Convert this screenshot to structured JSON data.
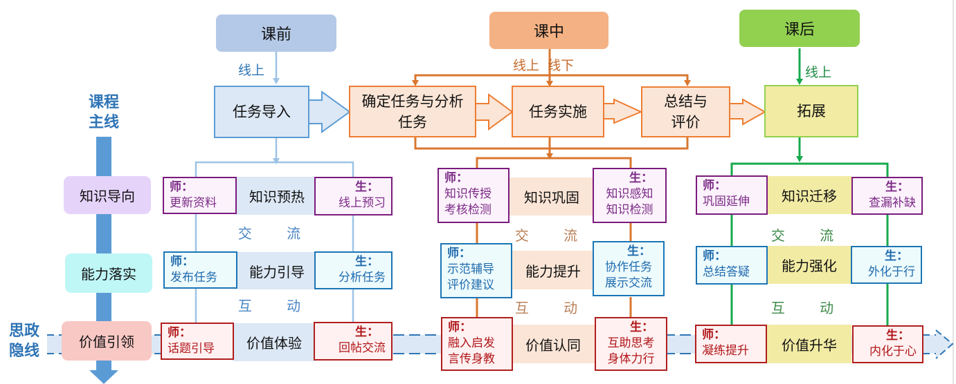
{
  "axis": {
    "main_line": [
      "课程",
      "主线"
    ],
    "hidden_line": [
      "思政",
      "隐线"
    ],
    "categories": [
      {
        "label": "知识导向",
        "color": "#e6d3fa"
      },
      {
        "label": "能力落实",
        "color": "#bff6f6"
      },
      {
        "label": "价值引领",
        "color": "#f8c8c5"
      }
    ]
  },
  "phases": [
    {
      "label": "课前",
      "color": "#b4c9e7",
      "mode": "线上",
      "line_color": "#9dc3e6"
    },
    {
      "label": "课中",
      "color": "#f4b183",
      "mode": "线上  线下",
      "line_color": "#d9772f"
    },
    {
      "label": "课后",
      "color": "#92d050",
      "mode": "线上",
      "line_color": "#16a94c"
    }
  ],
  "stages": [
    {
      "label": "任务导入",
      "phase": "课前"
    },
    {
      "label": "确定任务与分析任务",
      "phase": "课中"
    },
    {
      "label": "任务实施",
      "phase": "课中"
    },
    {
      "label": "总结与评价",
      "phase": "课中"
    },
    {
      "label": "拓展",
      "phase": "课后"
    }
  ],
  "columns": [
    {
      "phase": "课前",
      "rows": [
        {
          "center": "知识预热",
          "teacher": {
            "role": "师：",
            "text": "更新资料"
          },
          "student": {
            "role": "生：",
            "text": "线上预习"
          }
        },
        {
          "center": "能力引导",
          "teacher": {
            "role": "师：",
            "text": "发布任务"
          },
          "student": {
            "role": "生：",
            "text": "分析任务"
          }
        },
        {
          "center": "价值体验",
          "teacher": {
            "role": "师：",
            "text": "话题引导"
          },
          "student": {
            "role": "生：",
            "text": "回帖交流"
          }
        }
      ],
      "connectors": [
        "交 流",
        "互 动"
      ]
    },
    {
      "phase": "课中",
      "rows": [
        {
          "center": "知识巩固",
          "teacher": {
            "role": "师：",
            "text": "知识传授\n考核检测"
          },
          "student": {
            "role": "生：",
            "text": "知识感知\n知识检测"
          }
        },
        {
          "center": "能力提升",
          "teacher": {
            "role": "师：",
            "text": "示范辅导\n评价建议"
          },
          "student": {
            "role": "生：",
            "text": "协作任务\n展示交流"
          }
        },
        {
          "center": "价值认同",
          "teacher": {
            "role": "师：",
            "text": "融入启发\n言传身教"
          },
          "student": {
            "role": "生：",
            "text": "互助思考\n身体力行"
          }
        }
      ],
      "connectors": [
        "交 流",
        "互 动"
      ]
    },
    {
      "phase": "课后",
      "rows": [
        {
          "center": "知识迁移",
          "teacher": {
            "role": "师：",
            "text": "巩固延伸"
          },
          "student": {
            "role": "生：",
            "text": "查漏补缺"
          }
        },
        {
          "center": "能力强化",
          "teacher": {
            "role": "师：",
            "text": "总结答疑"
          },
          "student": {
            "role": "生：",
            "text": "外化于行"
          }
        },
        {
          "center": "价值升华",
          "teacher": {
            "role": "师：",
            "text": "凝练提升"
          },
          "student": {
            "role": "生：",
            "text": "内化于心"
          }
        }
      ],
      "connectors": [
        "交 流",
        "互 动"
      ]
    }
  ]
}
